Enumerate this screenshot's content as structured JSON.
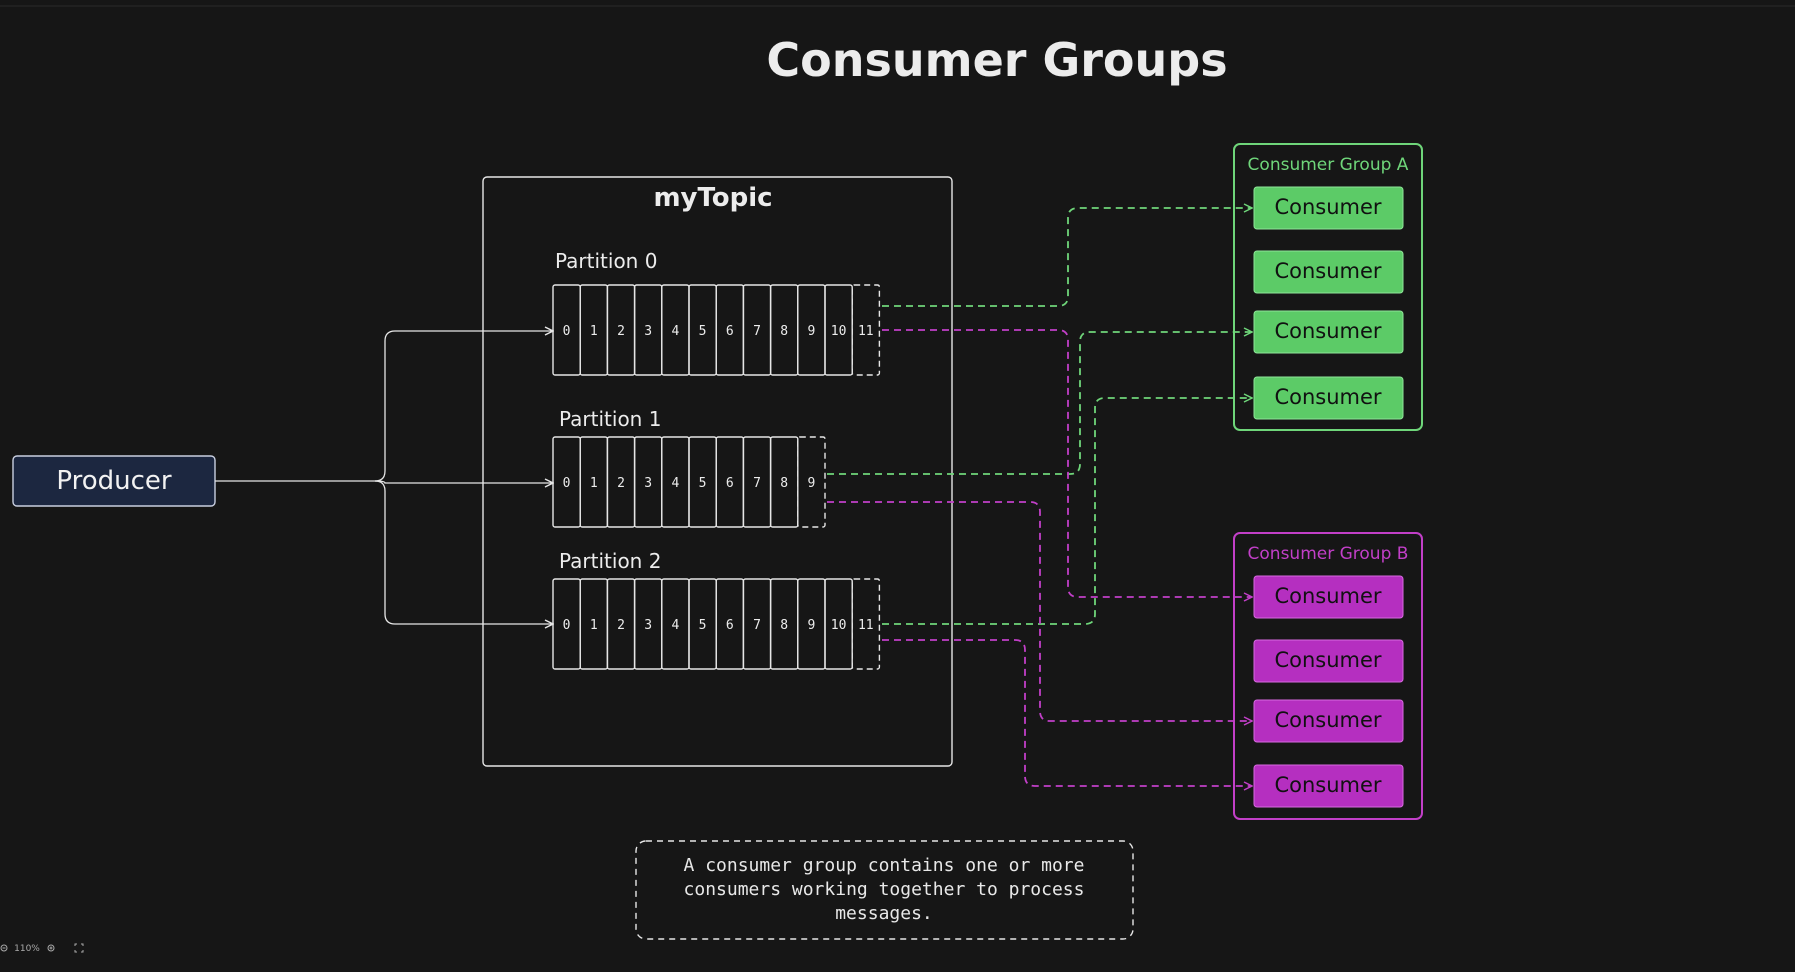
{
  "title": "Consumer Groups",
  "producer": {
    "label": "Producer"
  },
  "topic": {
    "name": "myTopic",
    "partitions": [
      {
        "label": "Partition 0",
        "offsets": [
          "0",
          "1",
          "2",
          "3",
          "4",
          "5",
          "6",
          "7",
          "8",
          "9",
          "10",
          "11"
        ]
      },
      {
        "label": "Partition 1",
        "offsets": [
          "0",
          "1",
          "2",
          "3",
          "4",
          "5",
          "6",
          "7",
          "8",
          "9"
        ]
      },
      {
        "label": "Partition 2",
        "offsets": [
          "0",
          "1",
          "2",
          "3",
          "4",
          "5",
          "6",
          "7",
          "8",
          "9",
          "10",
          "11"
        ]
      }
    ]
  },
  "groups": [
    {
      "label": "Consumer Group A",
      "color": "#6fd67a",
      "fill": "#5ccb67",
      "consumers": [
        "Consumer",
        "Consumer",
        "Consumer",
        "Consumer"
      ]
    },
    {
      "label": "Consumer Group B",
      "color": "#c23fc8",
      "fill": "#b52fc0",
      "consumers": [
        "Consumer",
        "Consumer",
        "Consumer",
        "Consumer"
      ]
    }
  ],
  "note": {
    "lines": [
      "A consumer group contains one or more",
      "consumers working together to process",
      "messages."
    ]
  },
  "zoom": {
    "level": "110%"
  },
  "colors": {
    "background": "#161616",
    "producer_fill": "#1c2740",
    "stroke": "#e6e6e6"
  },
  "icons": {
    "zoom_out": "zoom-out-icon",
    "zoom_in": "zoom-in-icon",
    "fullscreen": "fullscreen-icon"
  }
}
